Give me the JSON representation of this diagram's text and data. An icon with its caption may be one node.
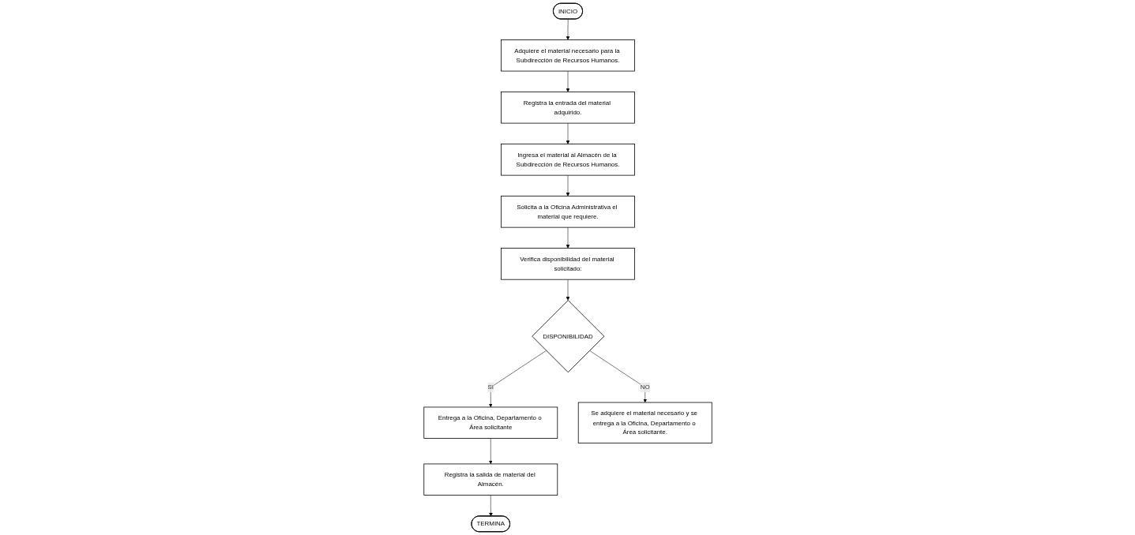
{
  "diagram": {
    "nodes": [
      {
        "text": [
          "INICIO"
        ]
      },
      {
        "text": [
          "Adquiere el material necesario para la Subdirección de Recursos Humanos."
        ]
      },
      {
        "text": [
          "Registra la entrada del material adquirido."
        ]
      },
      {
        "text": [
          "Ingresa el material al Almacén de la Subdirección de Recursos Humanos."
        ]
      },
      {
        "text": [
          "Solicita a la Oficina Administrativa el material que requiere."
        ]
      },
      {
        "text": [
          "Verifica disponibilidad del material solicitado:"
        ]
      },
      {
        "text": [
          "DISPONIBILIDAD"
        ]
      },
      {
        "text": [
          "Entrega a la Oficina, Departamento o Área solicitante"
        ]
      },
      {
        "text": [
          "Registra la salida de material del Almacén."
        ]
      },
      {
        "text": [
          "TERMINA"
        ]
      },
      {
        "text": [
          "Se adquiere el material necesario y se entrega a la Oficina, Departamento o Área solicitante."
        ]
      }
    ],
    "edges": [
      {
        "from": 0,
        "to": 1,
        "arrow": "to"
      },
      {
        "from": 1,
        "to": 2,
        "arrow": "to"
      },
      {
        "from": 2,
        "to": 3,
        "arrow": "to"
      },
      {
        "from": 3,
        "to": 4,
        "arrow": "to"
      },
      {
        "from": 4,
        "to": 5,
        "arrow": "to"
      },
      {
        "from": 5,
        "to": 6,
        "arrow": "to"
      },
      {
        "from": 6,
        "to": 7,
        "label": "SI",
        "arrow": "to"
      },
      {
        "from": 6,
        "to": 10,
        "label": "NO",
        "arrow": "to"
      },
      {
        "from": 7,
        "to": 8,
        "arrow": "to"
      },
      {
        "from": 8,
        "to": 9,
        "arrow": "to"
      }
    ]
  }
}
